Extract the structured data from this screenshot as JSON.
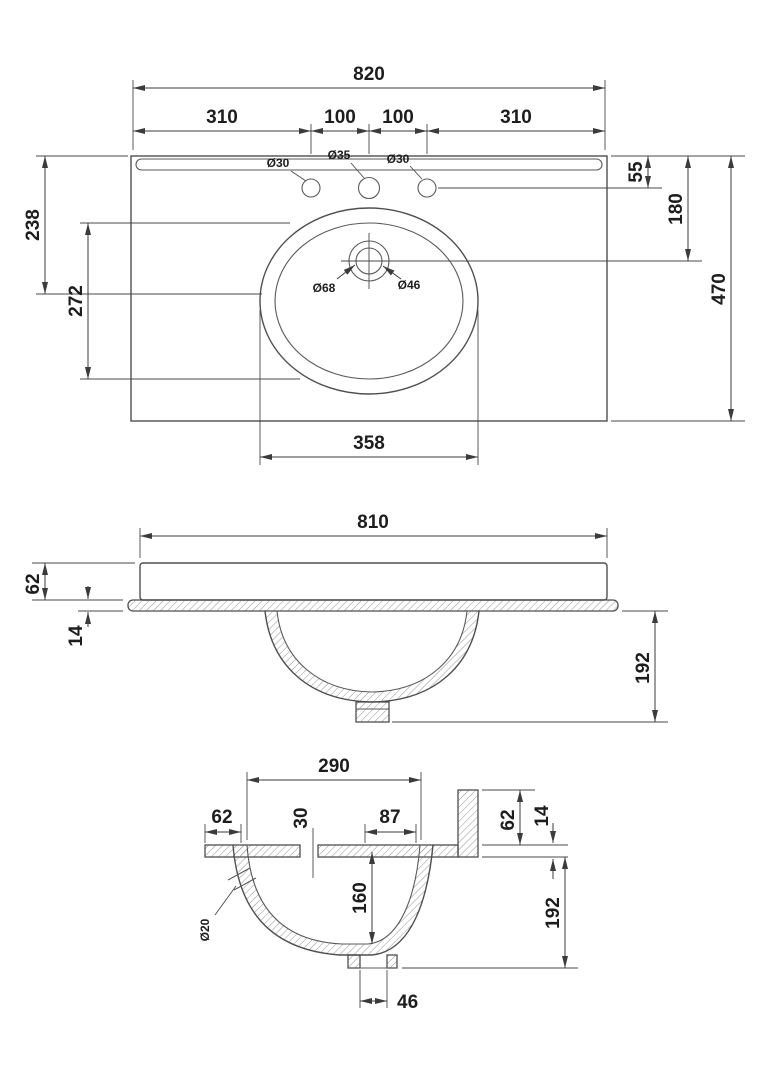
{
  "colors": {
    "background": "#ffffff",
    "line": "#4f4f4f",
    "dimension": "#3b3b3b",
    "text": "#1d1d1d"
  },
  "plan": {
    "overall_width": "820",
    "tap_offset_left": "310",
    "tap_pitch_left": "100",
    "tap_pitch_right": "100",
    "tap_offset_right": "310",
    "tap_dia_left": "Ø30",
    "tap_dia_center": "Ø35",
    "tap_dia_right": "Ø30",
    "tap_setback": "55",
    "waste_setback": "180",
    "overall_depth": "470",
    "basin_setback": "238",
    "basin_length": "272",
    "overflow_dia": "Ø68",
    "waste_dia": "Ø46",
    "basin_width": "358"
  },
  "front": {
    "overall_width": "810",
    "apron_height": "62",
    "deck_thickness": "14",
    "bowl_depth": "192"
  },
  "side": {
    "bowl_length": "290",
    "front_offset": "62",
    "tap_hole_dia": "30",
    "rear_offset": "87",
    "upstand_height": "62",
    "deck_thickness": "14",
    "overflow_dia": "Ø20",
    "bowl_depth_inner": "160",
    "bowl_depth_overall": "192",
    "waste_opening": "46"
  }
}
